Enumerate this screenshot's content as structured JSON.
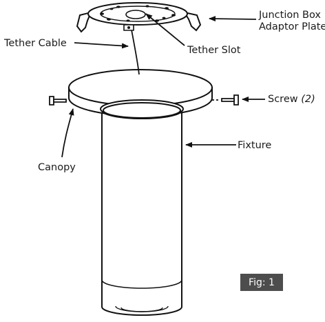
{
  "labels": {
    "junction_box_line1": "Junction Box",
    "junction_box_line2": "Adaptor Plate",
    "tether_cable": "Tether Cable",
    "tether_slot": "Tether Slot",
    "screw": "Screw",
    "screw_qty": "(2)",
    "fixture": "Fixture",
    "canopy": "Canopy"
  },
  "figure_tag": "Fig: 1",
  "colors": {
    "line": "#111111",
    "fill": "#ffffff",
    "badge_bg": "#4d4d4d",
    "badge_text": "#ffffff"
  }
}
